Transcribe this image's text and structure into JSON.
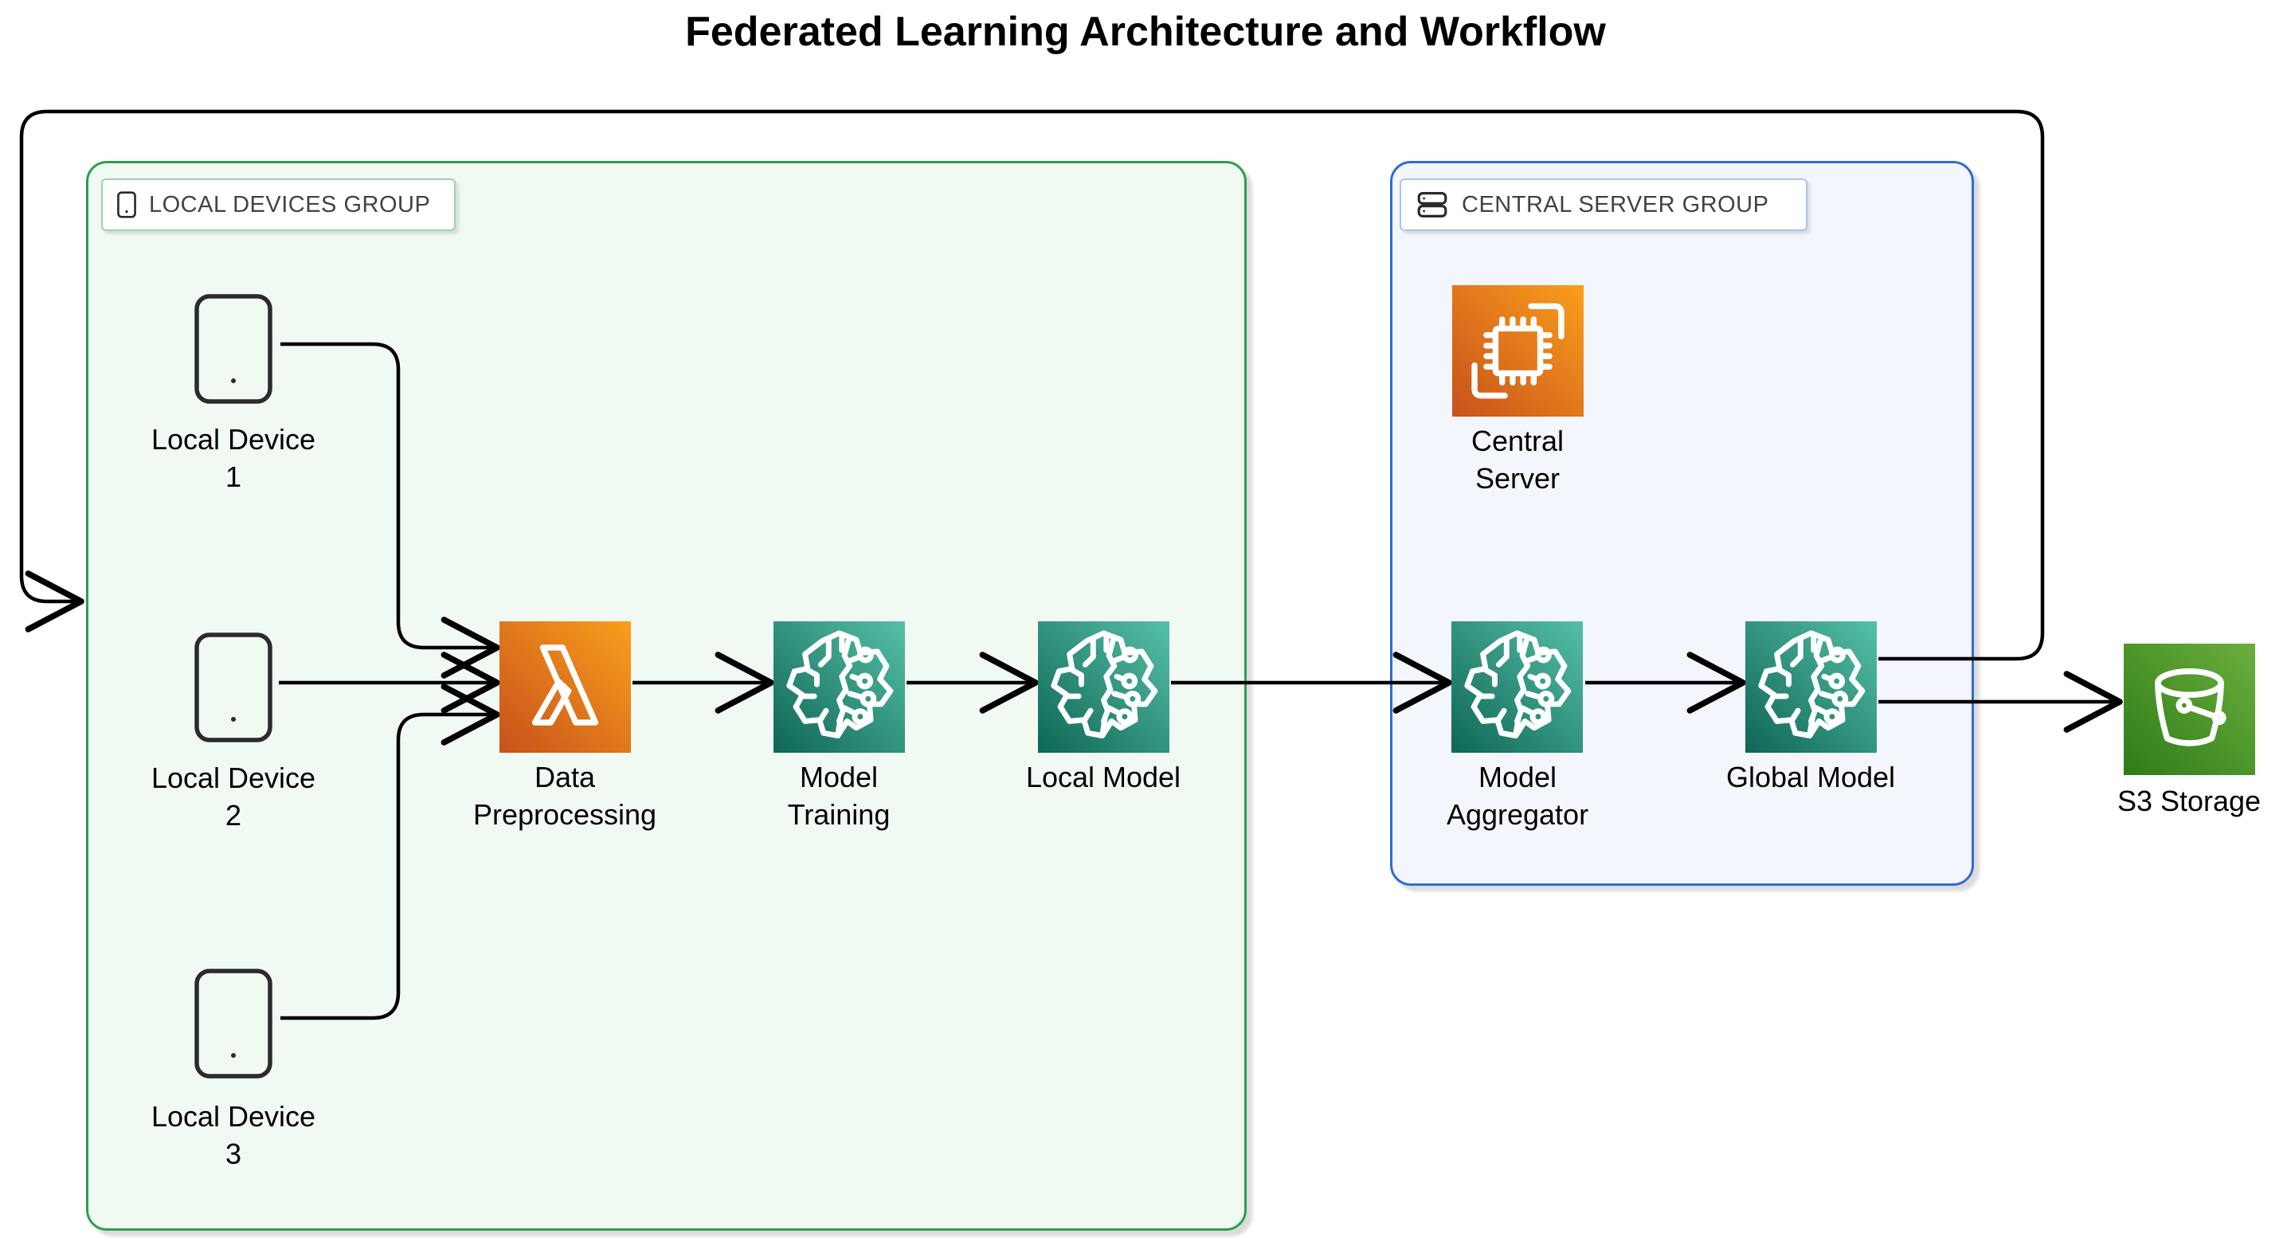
{
  "title": "Federated Learning Architecture and Workflow",
  "groups": {
    "local_devices": {
      "label": "LOCAL DEVICES GROUP"
    },
    "central_server": {
      "label": "CENTRAL SERVER GROUP"
    }
  },
  "nodes": {
    "device1": {
      "line1": "Local Device",
      "line2": "1"
    },
    "device2": {
      "line1": "Local Device",
      "line2": "2"
    },
    "device3": {
      "line1": "Local Device",
      "line2": "3"
    },
    "data_preprocessing": {
      "line1": "Data",
      "line2": "Preprocessing"
    },
    "model_training": {
      "line1": "Model",
      "line2": "Training"
    },
    "local_model": {
      "label": "Local Model"
    },
    "central_server": {
      "line1": "Central",
      "line2": "Server"
    },
    "model_aggregator": {
      "line1": "Model",
      "line2": "Aggregator"
    },
    "global_model": {
      "label": "Global Model"
    },
    "s3_storage": {
      "label": "S3 Storage"
    }
  },
  "colors": {
    "canvas-bg": "#FFFFFF",
    "line": "#000000",
    "title-text": "#000000",
    "label-text": "#000000",
    "group-label-text": "#3F4347",
    "green-border": "#2E9E4F",
    "green-fill": "#F0F9F2",
    "green-label-border": "#9AD2AB",
    "blue-border": "#2F6BD7",
    "blue-fill": "#F3F6FC",
    "blue-label-border": "#A9C3EC",
    "icon-stroke": "#FFFFFF",
    "device-stroke": "#2B2B2B",
    "orange-dark": "#C8511B",
    "orange-light": "#F99F1C",
    "orange-mid": "#E5791B",
    "teal-dark": "#0E6655",
    "teal-light": "#56C0A7",
    "s3-dark": "#2E7C17",
    "s3-light": "#6CAE3E"
  }
}
